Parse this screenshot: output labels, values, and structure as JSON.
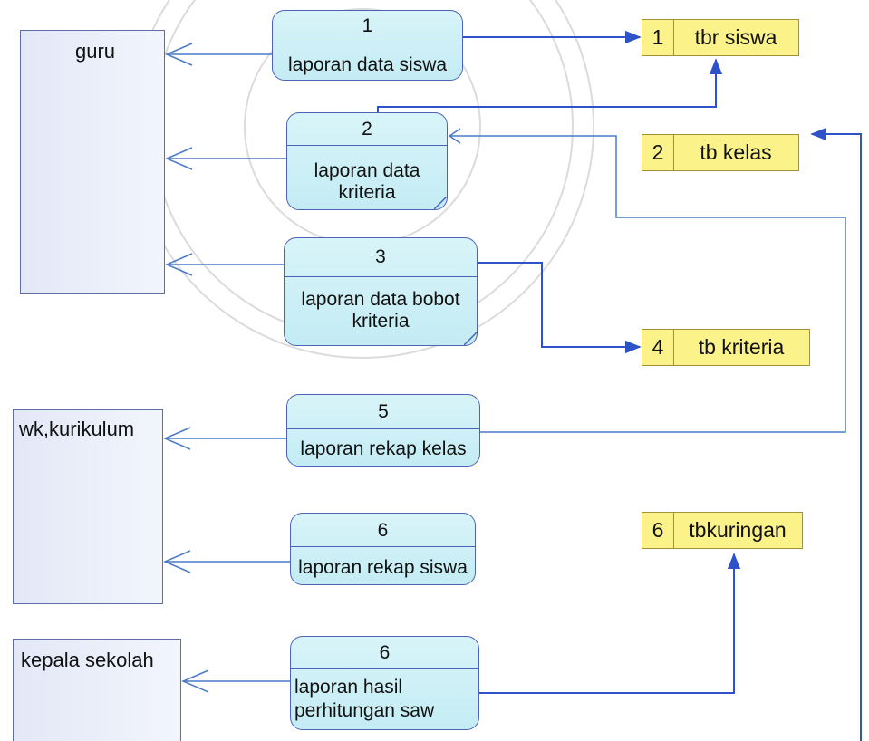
{
  "entities": {
    "guru": "guru",
    "wk": "wk,kurikulum",
    "kepala": "kepala sekolah"
  },
  "processes": [
    {
      "num": "1",
      "lines": [
        "laporan data siswa"
      ]
    },
    {
      "num": "2",
      "lines": [
        "laporan data",
        "kriteria"
      ]
    },
    {
      "num": "3",
      "lines": [
        "laporan data bobot",
        "kriteria"
      ]
    },
    {
      "num": "5",
      "lines": [
        "laporan rekap kelas"
      ]
    },
    {
      "num": "6",
      "lines": [
        "laporan rekap siswa"
      ]
    },
    {
      "num": "6",
      "lines": [
        "laporan hasil",
        "perhitungan saw"
      ]
    }
  ],
  "stores": [
    {
      "num": "1",
      "name": "tbr siswa"
    },
    {
      "num": "2",
      "name": "tb kelas"
    },
    {
      "num": "4",
      "name": "tb kriteria"
    },
    {
      "num": "6",
      "name": "tbkuringan"
    }
  ],
  "colors": {
    "line": "#2f52c8",
    "process_fill": "#c9eef5",
    "store_fill": "#fbf28a",
    "entity_fill": "#e8ecf8"
  }
}
